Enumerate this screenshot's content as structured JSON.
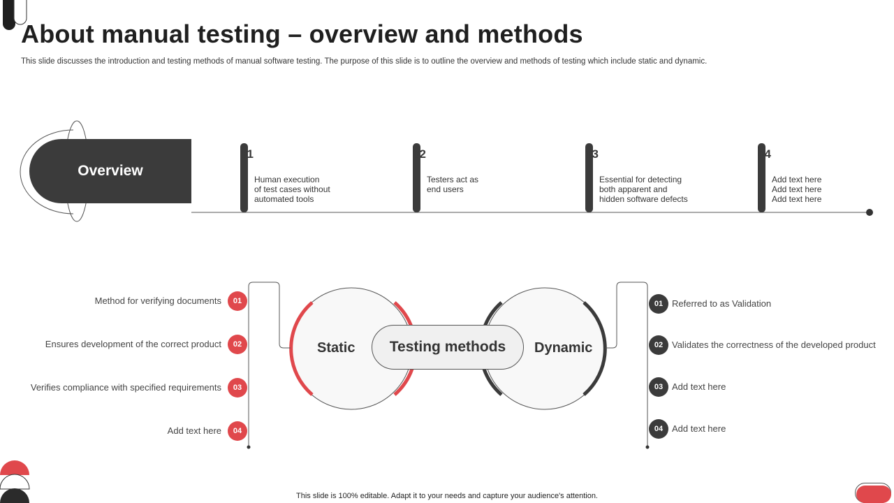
{
  "title": "About manual testing – overview and methods",
  "subtitle": "This slide discusses the introduction and testing methods of manual software testing. The purpose of this slide is to outline the overview and methods of testing which include static and dynamic.",
  "overview": {
    "label": "Overview",
    "items": [
      {
        "num": "01",
        "text": "Human execution\nof test cases without\nautomated tools"
      },
      {
        "num": "02",
        "text": "Testers act as\nend users"
      },
      {
        "num": "03",
        "text": "Essential for detecting\nboth apparent and\nhidden software defects"
      },
      {
        "num": "04",
        "text": "Add text here\nAdd text here\nAdd text here"
      }
    ]
  },
  "methods": {
    "center_label": "Testing methods",
    "static": {
      "label": "Static",
      "items": [
        {
          "num": "01",
          "text": "Method for verifying  documents"
        },
        {
          "num": "02",
          "text": "Ensures development  of the correct product"
        },
        {
          "num": "03",
          "text": "Verifies compliance with specified requirements"
        },
        {
          "num": "04",
          "text": "Add text here"
        }
      ]
    },
    "dynamic": {
      "label": "Dynamic",
      "items": [
        {
          "num": "01",
          "text": "Referred  to as Validation"
        },
        {
          "num": "02",
          "text": "Validates the correctness of the developed  product"
        },
        {
          "num": "03",
          "text": "Add text here"
        },
        {
          "num": "04",
          "text": "Add text here"
        }
      ]
    }
  },
  "footer": "This slide is 100% editable.  Adapt it to your needs and capture your audience's attention.",
  "colors": {
    "accent_red": "#e0484c",
    "dark": "#3b3b3b"
  }
}
